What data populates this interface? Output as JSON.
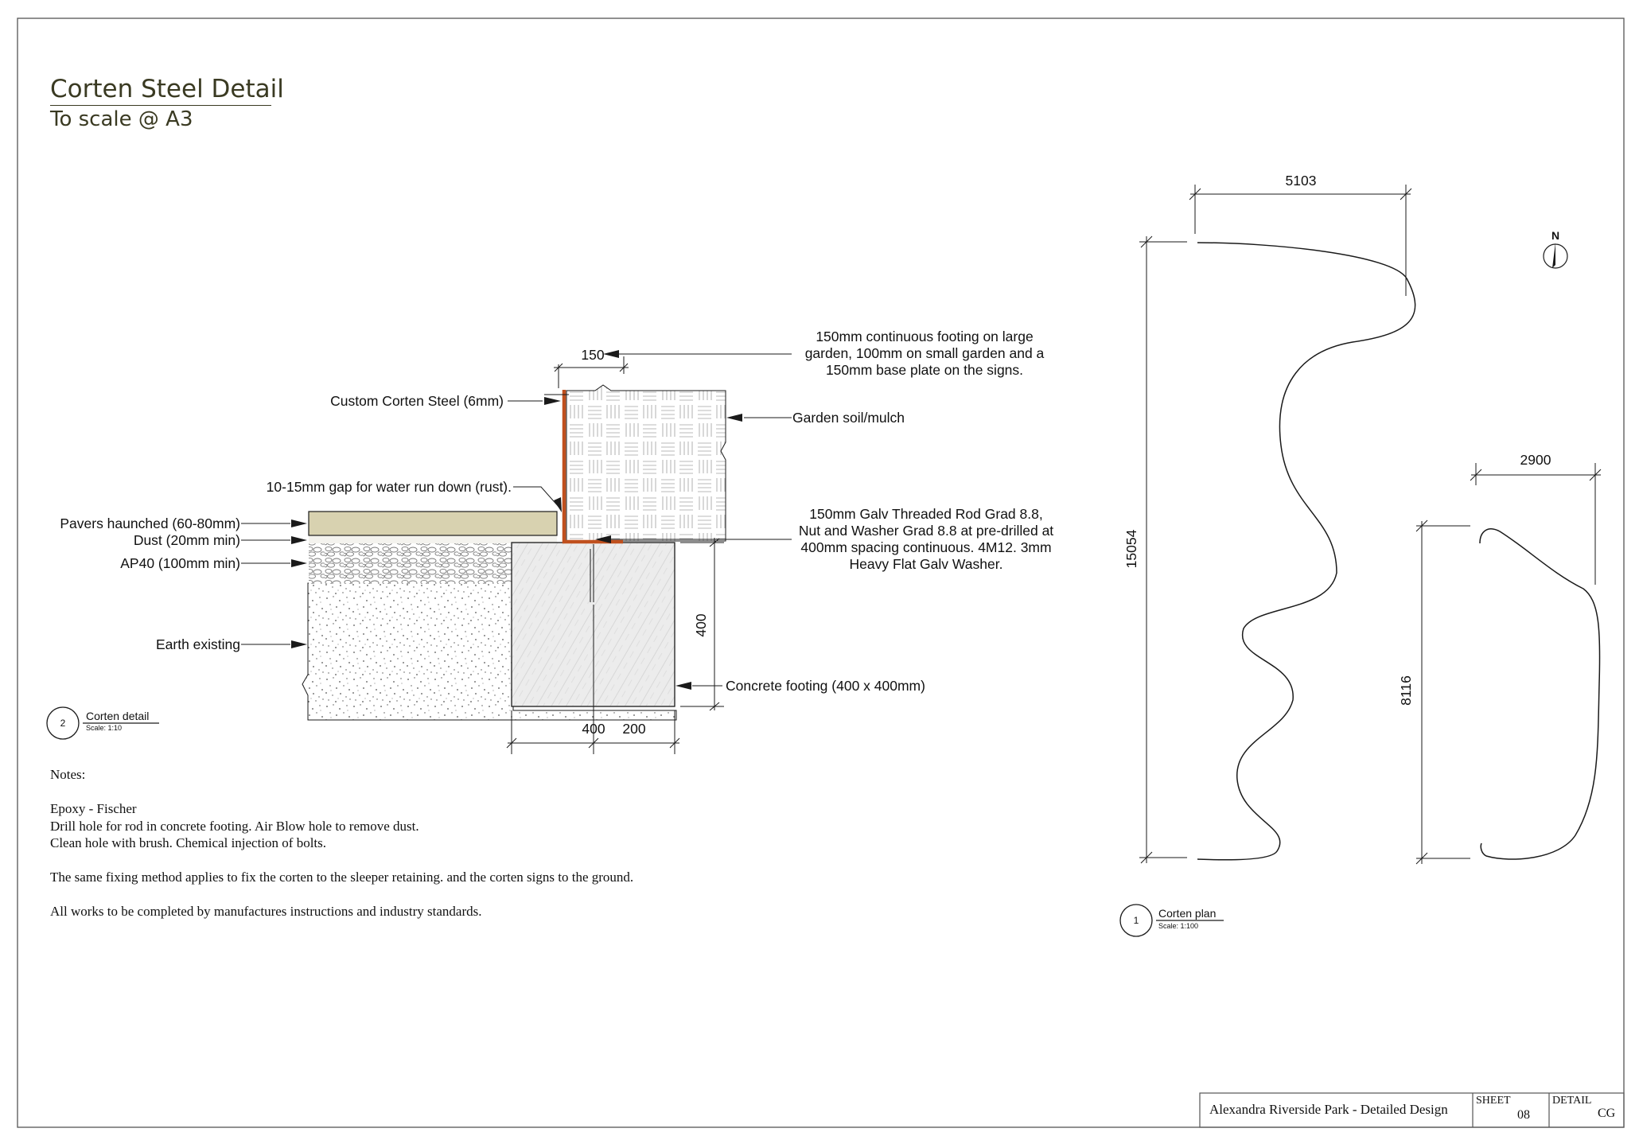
{
  "header": {
    "title": "Corten Steel Detail",
    "subtitle": "To scale @ A3"
  },
  "detail": {
    "dims": {
      "top_width": "150",
      "depth": "400",
      "width_a": "400",
      "width_b": "200",
      "plan_length": "15054",
      "plan_width": "5103",
      "small_length": "8116",
      "small_width": "2900"
    },
    "labels": {
      "footing_note_1": "150mm continuous footing on large",
      "footing_note_2": "garden, 100mm on small garden and a",
      "footing_note_3": "150mm base plate on the signs.",
      "corten_steel": "Custom Corten Steel (6mm)",
      "garden_soil": "Garden soil/mulch",
      "gap_note": "10-15mm gap for water run down (rust).",
      "pavers": "Pavers haunched (60-80mm)",
      "dust": "Dust (20mm min)",
      "ap40": "AP40 (100mm min)",
      "earth": "Earth existing",
      "rod_1": "150mm Galv Threaded Rod Grad 8.8,",
      "rod_2": "Nut and Washer Grad 8.8 at pre-drilled at",
      "rod_3": "400mm spacing continuous. 4M12. 3mm",
      "rod_4": "Heavy Flat Galv Washer.",
      "concrete": "Concrete footing (400 x 400mm)"
    },
    "callout_detail": {
      "number": "2",
      "name": "Corten detail",
      "scale": "Scale: 1:10"
    },
    "callout_plan": {
      "number": "1",
      "name": "Corten plan",
      "scale": "Scale: 1:100"
    },
    "north": "N"
  },
  "notes": {
    "heading": "Notes:",
    "line1": "Epoxy - Fischer",
    "line2": "Drill hole for rod in concrete footing. Air Blow hole to remove dust.",
    "line3": "Clean hole with brush. Chemical injection of bolts.",
    "line4": "The same fixing method applies to fix the corten to the sleeper retaining. and the corten signs to the ground.",
    "line5": "All works to be completed by manufactures instructions and industry standards."
  },
  "titleblock": {
    "project": "Alexandra Riverside Park - Detailed Design",
    "sheet_label": "SHEET",
    "sheet_value": "08",
    "detail_label": "DETAIL",
    "detail_value": "CG"
  },
  "colors": {
    "corten": "#c0501e",
    "paver": "#d8d2b0",
    "concrete": "#e8e8e8",
    "line": "#1a1a1a",
    "title": "#3a3a22"
  }
}
